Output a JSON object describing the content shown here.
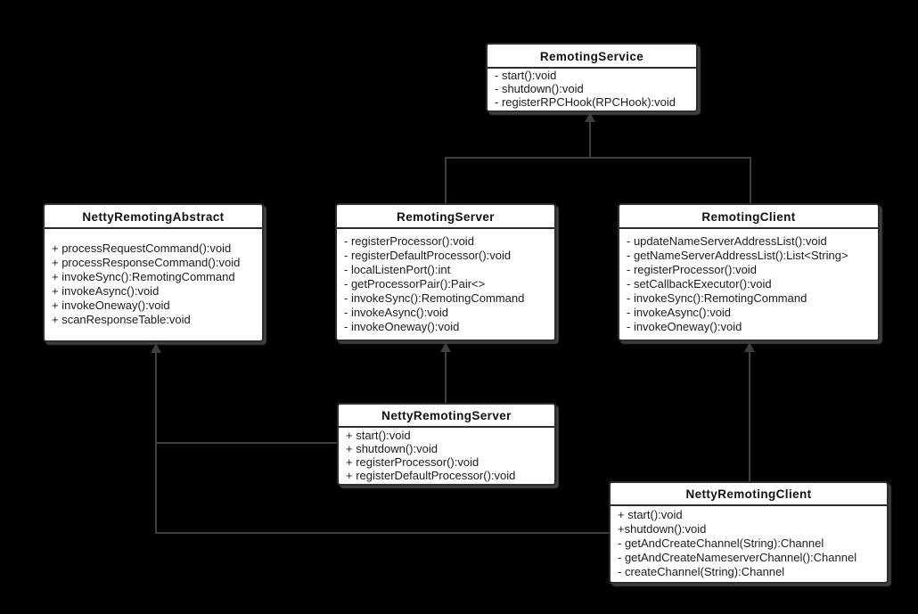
{
  "colors": {
    "background": "#000000",
    "box_fill": "#ffffff",
    "box_border": "#2d2d2f",
    "connector": "#3e3e40",
    "text": "#1c1c1c"
  },
  "classes": [
    {
      "id": "remoting-service",
      "name": "RemotingService",
      "members": [
        "- start():void",
        "- shutdown():void",
        "- registerRPCHook(RPCHook):void"
      ]
    },
    {
      "id": "netty-remoting-abstract",
      "name": "NettyRemotingAbstract",
      "members": [
        "+ processRequestCommand():void",
        "+ processResponseCommand():void",
        "+ invokeSync():RemotingCommand",
        "+ invokeAsync():void",
        "+ invokeOneway():void",
        "+ scanResponseTable:void"
      ]
    },
    {
      "id": "remoting-server",
      "name": "RemotingServer",
      "members": [
        "- registerProcessor():void",
        "- registerDefaultProcessor():void",
        "- localListenPort():int",
        "- getProcessorPair():Pair<>",
        "- invokeSync():RemotingCommand",
        "- invokeAsync():void",
        "- invokeOneway():void"
      ]
    },
    {
      "id": "remoting-client",
      "name": "RemotingClient",
      "members": [
        "- updateNameServerAddressList():void",
        "- getNameServerAddressList():List<String>",
        "- registerProcessor():void",
        "- setCallbackExecutor():void",
        "- invokeSync():RemotingCommand",
        "- invokeAsync():void",
        "- invokeOneway():void"
      ]
    },
    {
      "id": "netty-remoting-server",
      "name": "NettyRemotingServer",
      "members": [
        "+ start():void",
        "+ shutdown():void",
        "+ registerProcessor():void",
        "+ registerDefaultProcessor():void"
      ]
    },
    {
      "id": "netty-remoting-client",
      "name": "NettyRemotingClient",
      "members": [
        "+ start():void",
        "+shutdown():void",
        "- getAndCreateChannel(String):Channel",
        "- getAndCreateNameserverChannel():Channel",
        "- createChannel(String):Channel"
      ]
    }
  ],
  "relationships": [
    {
      "from": "RemotingServer",
      "to": "RemotingService",
      "type": "inheritance"
    },
    {
      "from": "RemotingClient",
      "to": "RemotingService",
      "type": "inheritance"
    },
    {
      "from": "NettyRemotingServer",
      "to": "RemotingServer",
      "type": "inheritance"
    },
    {
      "from": "NettyRemotingServer",
      "to": "NettyRemotingAbstract",
      "type": "inheritance"
    },
    {
      "from": "NettyRemotingClient",
      "to": "RemotingClient",
      "type": "inheritance"
    },
    {
      "from": "NettyRemotingClient",
      "to": "NettyRemotingAbstract",
      "type": "inheritance"
    }
  ]
}
